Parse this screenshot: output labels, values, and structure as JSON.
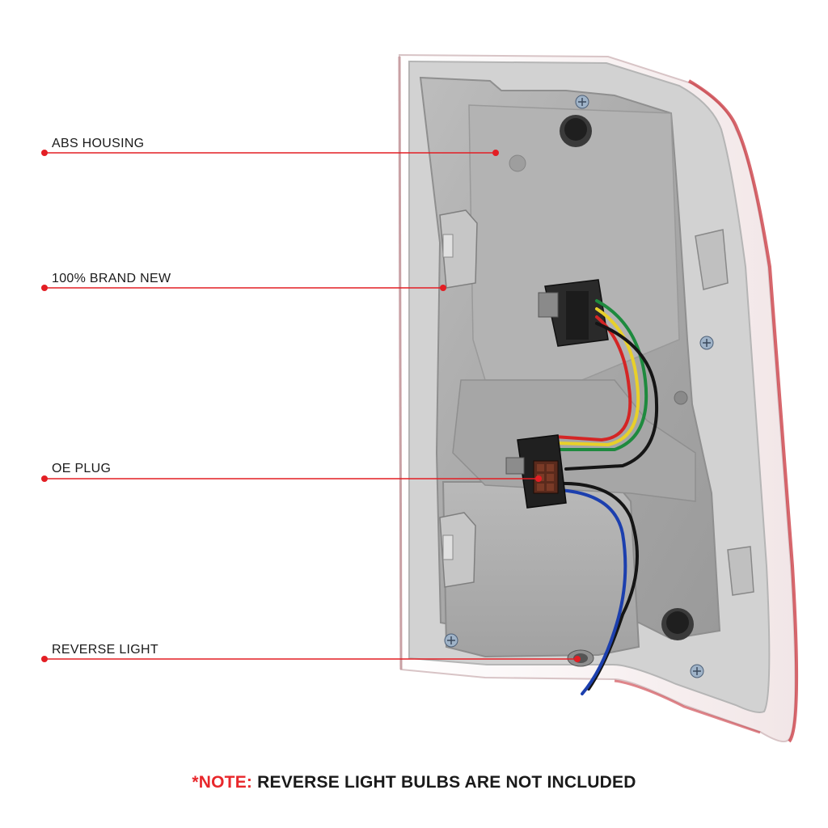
{
  "colors": {
    "callout_line": "#e31e24",
    "note_accent": "#e8272b",
    "housing_gray": "#a9a9a9",
    "lens_red": "#c9343c"
  },
  "callouts": [
    {
      "label": "ABS HOUSING"
    },
    {
      "label": "100% BRAND NEW"
    },
    {
      "label": "OE PLUG"
    },
    {
      "label": "REVERSE LIGHT"
    }
  ],
  "note": {
    "prefix": "*NOTE:",
    "text": "REVERSE LIGHT BULBS ARE NOT INCLUDED"
  }
}
